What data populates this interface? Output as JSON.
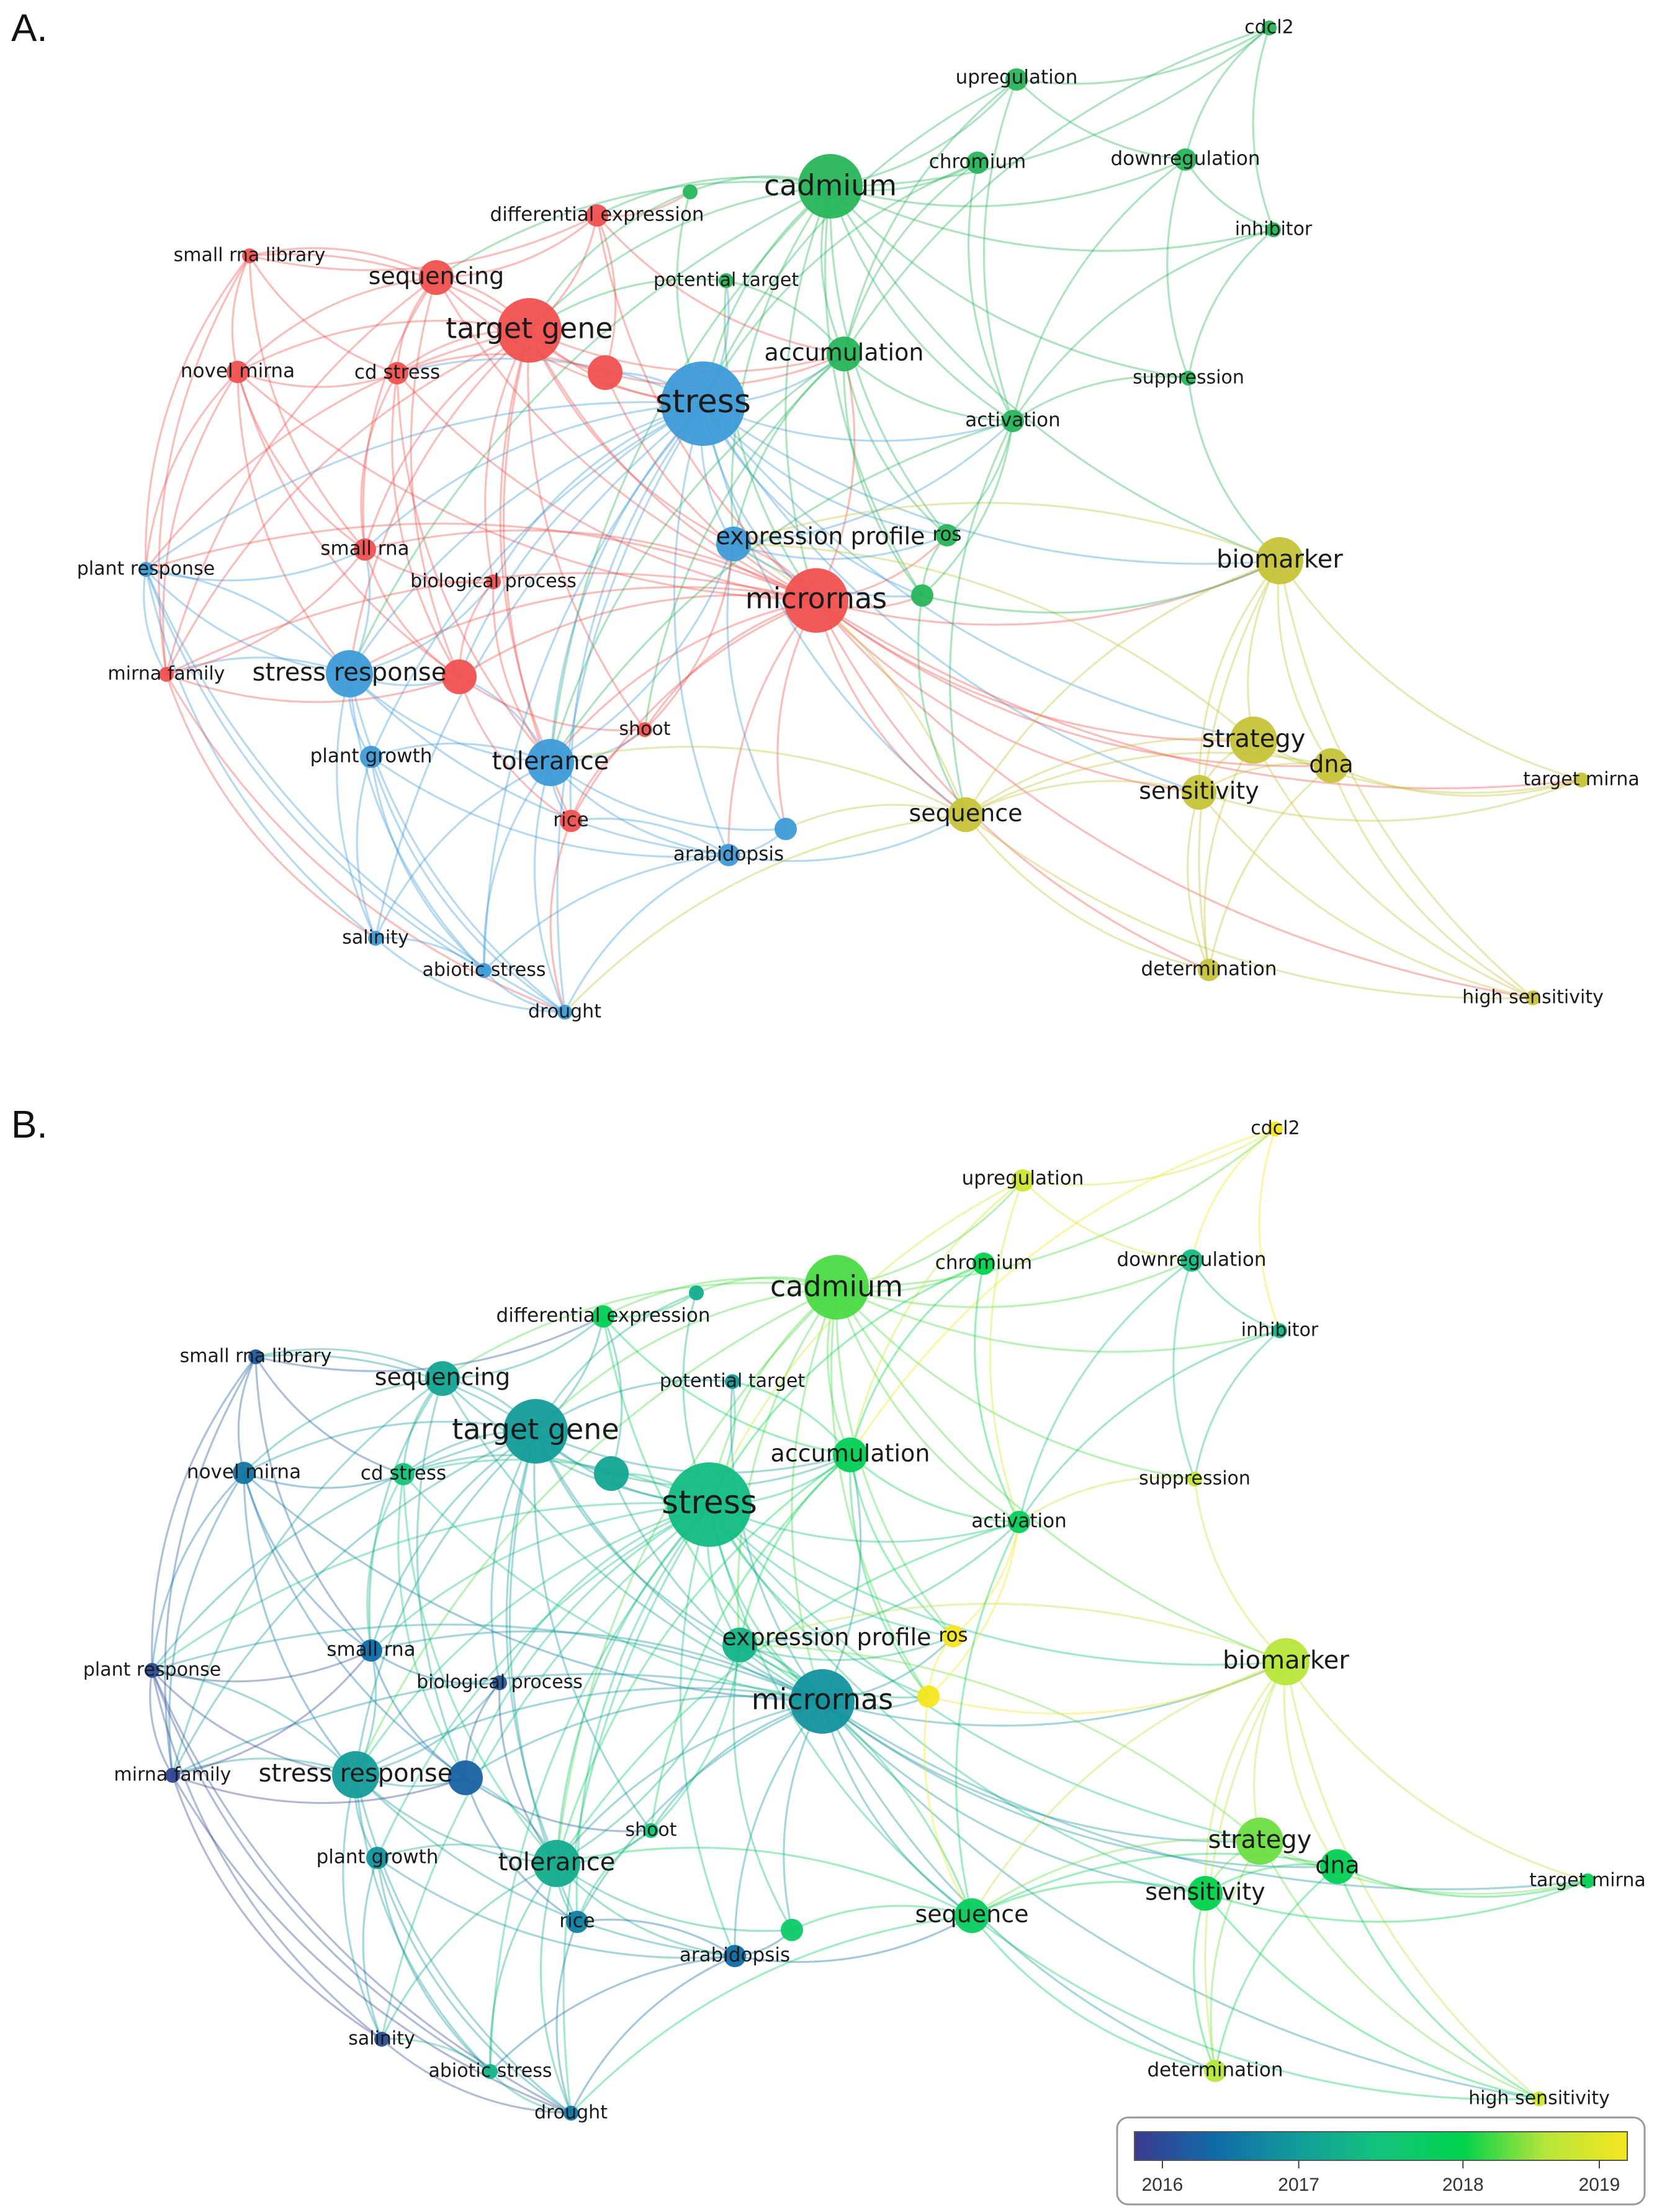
{
  "panels": [
    {
      "id": "A",
      "label": "A.",
      "mode": "cluster"
    },
    {
      "id": "B",
      "label": "B.",
      "mode": "overlay"
    }
  ],
  "cluster_colors": {
    "red": "#f0514f",
    "blue": "#3e9bd8",
    "green": "#27b55a",
    "yellow": "#c6c33a"
  },
  "nodes": [
    {
      "id": "cdcl2",
      "label": "cdcl2",
      "size": "xs",
      "cluster": "green",
      "year": 2019.0
    },
    {
      "id": "upregulation",
      "label": "upregulation",
      "size": "s",
      "cluster": "green",
      "year": 2018.7
    },
    {
      "id": "chromium",
      "label": "chromium",
      "size": "s",
      "cluster": "green",
      "year": 2018.0
    },
    {
      "id": "downregulation",
      "label": "downregulation",
      "size": "s",
      "cluster": "green",
      "year": 2017.4
    },
    {
      "id": "cadmium",
      "label": "cadmium",
      "size": "xl",
      "cluster": "green",
      "year": 2018.2
    },
    {
      "id": "green-hub",
      "label": "",
      "size": "xs",
      "cluster": "green",
      "year": 2017.2
    },
    {
      "id": "differential-expression",
      "label": "differential expression",
      "size": "s",
      "cluster": "red",
      "year": 2017.9
    },
    {
      "id": "inhibitor",
      "label": "inhibitor",
      "size": "xs",
      "cluster": "green",
      "year": 2017.3
    },
    {
      "id": "small-rna-library",
      "label": "small rna library",
      "size": "xs",
      "cluster": "red",
      "year": 2016.3
    },
    {
      "id": "sequencing",
      "label": "sequencing",
      "size": "m",
      "cluster": "red",
      "year": 2017.1
    },
    {
      "id": "potential-target",
      "label": "potential target",
      "size": "xs",
      "cluster": "green",
      "year": 2017.0
    },
    {
      "id": "target-gene",
      "label": "target gene",
      "size": "xl",
      "cluster": "red",
      "year": 2017.0
    },
    {
      "id": "accumulation",
      "label": "accumulation",
      "size": "m",
      "cluster": "green",
      "year": 2017.9
    },
    {
      "id": "novel-mirna",
      "label": "novel mirna",
      "size": "s",
      "cluster": "red",
      "year": 2016.6
    },
    {
      "id": "cd-stress",
      "label": "cd stress",
      "size": "s",
      "cluster": "red",
      "year": 2017.5
    },
    {
      "id": "red-hub",
      "label": "",
      "size": "m",
      "cluster": "red",
      "year": 2017.1
    },
    {
      "id": "suppression",
      "label": "suppression",
      "size": "xs",
      "cluster": "green",
      "year": 2018.6
    },
    {
      "id": "stress",
      "label": "stress",
      "size": "xxl",
      "cluster": "blue",
      "year": 2017.4
    },
    {
      "id": "activation",
      "label": "activation",
      "size": "s",
      "cluster": "green",
      "year": 2017.8
    },
    {
      "id": "expression-profile",
      "label": "expression profile",
      "size": "m",
      "cluster": "blue",
      "year": 2017.3
    },
    {
      "id": "ros",
      "label": "ros",
      "size": "s",
      "cluster": "green",
      "year": 2019.0
    },
    {
      "id": "plant-response",
      "label": "plant response",
      "size": "xs",
      "cluster": "blue",
      "year": 2016.2
    },
    {
      "id": "small-rna",
      "label": "small rna",
      "size": "s",
      "cluster": "red",
      "year": 2016.5
    },
    {
      "id": "biological-process",
      "label": "biological process",
      "size": "xs",
      "cluster": "red",
      "year": 2016.3
    },
    {
      "id": "micrornas",
      "label": "micrornas",
      "size": "xl",
      "cluster": "red",
      "year": 2016.9
    },
    {
      "id": "green-node",
      "label": "",
      "size": "s",
      "cluster": "green",
      "year": 2019.0
    },
    {
      "id": "biomarker",
      "label": "biomarker",
      "size": "l",
      "cluster": "yellow",
      "year": 2018.5
    },
    {
      "id": "mirna-family",
      "label": "mirna family",
      "size": "xs",
      "cluster": "red",
      "year": 2016.1
    },
    {
      "id": "stress-response",
      "label": "stress response",
      "size": "l",
      "cluster": "blue",
      "year": 2017.0
    },
    {
      "id": "red-node-2",
      "label": "",
      "size": "m",
      "cluster": "red",
      "year": 2016.4
    },
    {
      "id": "plant-growth",
      "label": "plant growth",
      "size": "s",
      "cluster": "blue",
      "year": 2016.9
    },
    {
      "id": "shoot",
      "label": "shoot",
      "size": "xs",
      "cluster": "red",
      "year": 2017.6
    },
    {
      "id": "tolerance",
      "label": "tolerance",
      "size": "l",
      "cluster": "blue",
      "year": 2017.2
    },
    {
      "id": "strategy",
      "label": "strategy",
      "size": "l",
      "cluster": "yellow",
      "year": 2018.3
    },
    {
      "id": "dna",
      "label": "dna",
      "size": "m",
      "cluster": "yellow",
      "year": 2017.9
    },
    {
      "id": "sensitivity",
      "label": "sensitivity",
      "size": "m",
      "cluster": "yellow",
      "year": 2018.0
    },
    {
      "id": "target-mirna",
      "label": "target mirna",
      "size": "xs",
      "cluster": "yellow",
      "year": 2017.9
    },
    {
      "id": "rice",
      "label": "rice",
      "size": "s",
      "cluster": "red",
      "year": 2016.7
    },
    {
      "id": "blue-node",
      "label": "",
      "size": "s",
      "cluster": "blue",
      "year": 2017.7
    },
    {
      "id": "sequence",
      "label": "sequence",
      "size": "m",
      "cluster": "yellow",
      "year": 2017.8
    },
    {
      "id": "arabidopsis",
      "label": "arabidopsis",
      "size": "s",
      "cluster": "blue",
      "year": 2016.5
    },
    {
      "id": "salinity",
      "label": "salinity",
      "size": "xs",
      "cluster": "blue",
      "year": 2016.2
    },
    {
      "id": "abiotic-stress",
      "label": "abiotic stress",
      "size": "xs",
      "cluster": "blue",
      "year": 2017.3
    },
    {
      "id": "drought",
      "label": "drought",
      "size": "xs",
      "cluster": "blue",
      "year": 2016.6
    },
    {
      "id": "determination",
      "label": "determination",
      "size": "s",
      "cluster": "yellow",
      "year": 2018.5
    },
    {
      "id": "high-sensitivity",
      "label": "high sensitivity",
      "size": "xs",
      "cluster": "yellow",
      "year": 2018.7
    }
  ],
  "edges": [
    [
      "cadmium",
      "upregulation"
    ],
    [
      "cadmium",
      "chromium"
    ],
    [
      "cadmium",
      "downregulation"
    ],
    [
      "cadmium",
      "cdcl2"
    ],
    [
      "cadmium",
      "accumulation"
    ],
    [
      "cadmium",
      "stress"
    ],
    [
      "cadmium",
      "activation"
    ],
    [
      "cadmium",
      "inhibitor"
    ],
    [
      "cadmium",
      "micrornas"
    ],
    [
      "cadmium",
      "target-gene"
    ],
    [
      "cadmium",
      "sequencing"
    ],
    [
      "cadmium",
      "differential-expression"
    ],
    [
      "cadmium",
      "tolerance"
    ],
    [
      "cadmium",
      "ros"
    ],
    [
      "cadmium",
      "suppression"
    ],
    [
      "cadmium",
      "green-node"
    ],
    [
      "cadmium",
      "expression-profile"
    ],
    [
      "cadmium",
      "green-hub"
    ],
    [
      "cadmium",
      "biomarker"
    ],
    [
      "cadmium",
      "stress-response"
    ],
    [
      "upregulation",
      "cdcl2"
    ],
    [
      "upregulation",
      "downregulation"
    ],
    [
      "upregulation",
      "activation"
    ],
    [
      "upregulation",
      "accumulation"
    ],
    [
      "downregulation",
      "inhibitor"
    ],
    [
      "downregulation",
      "suppression"
    ],
    [
      "downregulation",
      "activation"
    ],
    [
      "chromium",
      "accumulation"
    ],
    [
      "chromium",
      "stress"
    ],
    [
      "inhibitor",
      "suppression"
    ],
    [
      "inhibitor",
      "activation"
    ],
    [
      "cdcl2",
      "accumulation"
    ],
    [
      "cdcl2",
      "downregulation"
    ],
    [
      "target-gene",
      "sequencing"
    ],
    [
      "target-gene",
      "stress"
    ],
    [
      "target-gene",
      "novel-mirna"
    ],
    [
      "target-gene",
      "cd-stress"
    ],
    [
      "target-gene",
      "small-rna-library"
    ],
    [
      "target-gene",
      "micrornas"
    ],
    [
      "target-gene",
      "differential-expression"
    ],
    [
      "target-gene",
      "red-hub"
    ],
    [
      "target-gene",
      "small-rna"
    ],
    [
      "target-gene",
      "biological-process"
    ],
    [
      "target-gene",
      "stress-response"
    ],
    [
      "target-gene",
      "tolerance"
    ],
    [
      "target-gene",
      "rice"
    ],
    [
      "target-gene",
      "plant-response"
    ],
    [
      "target-gene",
      "mirna-family"
    ],
    [
      "target-gene",
      "accumulation"
    ],
    [
      "target-gene",
      "expression-profile"
    ],
    [
      "target-gene",
      "shoot"
    ],
    [
      "sequencing",
      "small-rna-library"
    ],
    [
      "sequencing",
      "novel-mirna"
    ],
    [
      "sequencing",
      "cd-stress"
    ],
    [
      "sequencing",
      "differential-expression"
    ],
    [
      "sequencing",
      "micrornas"
    ],
    [
      "sequencing",
      "stress"
    ],
    [
      "sequencing",
      "small-rna"
    ],
    [
      "sequencing",
      "mirna-family"
    ],
    [
      "sequencing",
      "red-node-2"
    ],
    [
      "small-rna-library",
      "novel-mirna"
    ],
    [
      "small-rna-library",
      "cd-stress"
    ],
    [
      "small-rna-library",
      "small-rna"
    ],
    [
      "small-rna-library",
      "plant-response"
    ],
    [
      "small-rna-library",
      "mirna-family"
    ],
    [
      "small-rna-library",
      "differential-expression"
    ],
    [
      "novel-mirna",
      "mirna-family"
    ],
    [
      "novel-mirna",
      "cd-stress"
    ],
    [
      "novel-mirna",
      "small-rna"
    ],
    [
      "novel-mirna",
      "plant-response"
    ],
    [
      "novel-mirna",
      "stress-response"
    ],
    [
      "novel-mirna",
      "micrornas"
    ],
    [
      "novel-mirna",
      "red-node-2"
    ],
    [
      "stress",
      "micrornas"
    ],
    [
      "stress",
      "accumulation"
    ],
    [
      "stress",
      "stress-response"
    ],
    [
      "stress",
      "tolerance"
    ],
    [
      "stress",
      "expression-profile"
    ],
    [
      "stress",
      "red-hub"
    ],
    [
      "stress",
      "plant-growth"
    ],
    [
      "stress",
      "arabidopsis"
    ],
    [
      "stress",
      "sequence"
    ],
    [
      "stress",
      "biomarker"
    ],
    [
      "stress",
      "activation"
    ],
    [
      "stress",
      "potential-target"
    ],
    [
      "stress",
      "cd-stress"
    ],
    [
      "stress",
      "plant-response"
    ],
    [
      "stress",
      "rice"
    ],
    [
      "stress",
      "drought"
    ],
    [
      "stress",
      "abiotic-stress"
    ],
    [
      "stress",
      "salinity"
    ],
    [
      "stress",
      "small-rna"
    ],
    [
      "stress",
      "biological-process"
    ],
    [
      "stress",
      "red-node-2"
    ],
    [
      "stress",
      "green-node"
    ],
    [
      "stress",
      "ros"
    ],
    [
      "stress",
      "strategy"
    ],
    [
      "stress",
      "sensitivity"
    ],
    [
      "micrornas",
      "expression-profile"
    ],
    [
      "micrornas",
      "biomarker"
    ],
    [
      "micrornas",
      "strategy"
    ],
    [
      "micrornas",
      "sensitivity"
    ],
    [
      "micrornas",
      "dna"
    ],
    [
      "micrornas",
      "sequence"
    ],
    [
      "micrornas",
      "tolerance"
    ],
    [
      "micrornas",
      "stress-response"
    ],
    [
      "micrornas",
      "red-node-2"
    ],
    [
      "micrornas",
      "accumulation"
    ],
    [
      "micrornas",
      "green-node"
    ],
    [
      "micrornas",
      "ros"
    ],
    [
      "micrornas",
      "arabidopsis"
    ],
    [
      "micrornas",
      "shoot"
    ],
    [
      "micrornas",
      "rice"
    ],
    [
      "micrornas",
      "target-mirna"
    ],
    [
      "micrornas",
      "determination"
    ],
    [
      "micrornas",
      "high-sensitivity"
    ],
    [
      "micrornas",
      "blue-node"
    ],
    [
      "micrornas",
      "mirna-family"
    ],
    [
      "micrornas",
      "small-rna"
    ],
    [
      "micrornas",
      "plant-response"
    ],
    [
      "accumulation",
      "activation"
    ],
    [
      "accumulation",
      "green-node"
    ],
    [
      "accumulation",
      "tolerance"
    ],
    [
      "accumulation",
      "expression-profile"
    ],
    [
      "accumulation",
      "ros"
    ],
    [
      "accumulation",
      "shoot"
    ],
    [
      "accumulation",
      "potential-target"
    ],
    [
      "stress-response",
      "tolerance"
    ],
    [
      "stress-response",
      "plant-growth"
    ],
    [
      "stress-response",
      "plant-response"
    ],
    [
      "stress-response",
      "mirna-family"
    ],
    [
      "stress-response",
      "salinity"
    ],
    [
      "stress-response",
      "abiotic-stress"
    ],
    [
      "stress-response",
      "drought"
    ],
    [
      "stress-response",
      "red-node-2"
    ],
    [
      "stress-response",
      "arabidopsis"
    ],
    [
      "stress-response",
      "small-rna"
    ],
    [
      "stress-response",
      "biological-process"
    ],
    [
      "tolerance",
      "plant-growth"
    ],
    [
      "tolerance",
      "rice"
    ],
    [
      "tolerance",
      "arabidopsis"
    ],
    [
      "tolerance",
      "drought"
    ],
    [
      "tolerance",
      "abiotic-stress"
    ],
    [
      "tolerance",
      "salinity"
    ],
    [
      "tolerance",
      "shoot"
    ],
    [
      "tolerance",
      "red-node-2"
    ],
    [
      "tolerance",
      "blue-node"
    ],
    [
      "tolerance",
      "expression-profile"
    ],
    [
      "plant-growth",
      "salinity"
    ],
    [
      "plant-growth",
      "drought"
    ],
    [
      "plant-growth",
      "abiotic-stress"
    ],
    [
      "plant-growth",
      "arabidopsis"
    ],
    [
      "plant-response",
      "mirna-family"
    ],
    [
      "plant-response",
      "small-rna"
    ],
    [
      "plant-response",
      "salinity"
    ],
    [
      "plant-response",
      "drought"
    ],
    [
      "plant-response",
      "stress-response"
    ],
    [
      "plant-response",
      "abiotic-stress"
    ],
    [
      "mirna-family",
      "small-rna"
    ],
    [
      "mirna-family",
      "salinity"
    ],
    [
      "mirna-family",
      "drought"
    ],
    [
      "mirna-family",
      "red-node-2"
    ],
    [
      "arabidopsis",
      "drought"
    ],
    [
      "arabidopsis",
      "abiotic-stress"
    ],
    [
      "arabidopsis",
      "sequence"
    ],
    [
      "arabidopsis",
      "blue-node"
    ],
    [
      "arabidopsis",
      "rice"
    ],
    [
      "abiotic-stress",
      "drought"
    ],
    [
      "abiotic-stress",
      "salinity"
    ],
    [
      "salinity",
      "drought"
    ],
    [
      "biomarker",
      "strategy"
    ],
    [
      "biomarker",
      "sensitivity"
    ],
    [
      "biomarker",
      "dna"
    ],
    [
      "biomarker",
      "target-mirna"
    ],
    [
      "biomarker",
      "sequence"
    ],
    [
      "biomarker",
      "determination"
    ],
    [
      "biomarker",
      "high-sensitivity"
    ],
    [
      "biomarker",
      "expression-profile"
    ],
    [
      "strategy",
      "dna"
    ],
    [
      "strategy",
      "sensitivity"
    ],
    [
      "strategy",
      "sequence"
    ],
    [
      "strategy",
      "target-mirna"
    ],
    [
      "strategy",
      "determination"
    ],
    [
      "strategy",
      "high-sensitivity"
    ],
    [
      "strategy",
      "expression-profile"
    ],
    [
      "dna",
      "sensitivity"
    ],
    [
      "dna",
      "target-mirna"
    ],
    [
      "dna",
      "sequence"
    ],
    [
      "dna",
      "determination"
    ],
    [
      "dna",
      "high-sensitivity"
    ],
    [
      "sensitivity",
      "sequence"
    ],
    [
      "sensitivity",
      "determination"
    ],
    [
      "sensitivity",
      "high-sensitivity"
    ],
    [
      "sensitivity",
      "target-mirna"
    ],
    [
      "sequence",
      "determination"
    ],
    [
      "sequence",
      "high-sensitivity"
    ],
    [
      "sequence",
      "expression-profile"
    ],
    [
      "sequence",
      "blue-node"
    ],
    [
      "sequence",
      "drought"
    ],
    [
      "sequence",
      "tolerance"
    ],
    [
      "expression-profile",
      "ros"
    ],
    [
      "expression-profile",
      "green-node"
    ],
    [
      "expression-profile",
      "activation"
    ],
    [
      "expression-profile",
      "blue-node"
    ],
    [
      "ros",
      "green-node"
    ],
    [
      "ros",
      "activation"
    ],
    [
      "green-node",
      "activation"
    ],
    [
      "green-node",
      "sequence"
    ],
    [
      "green-node",
      "biomarker"
    ],
    [
      "red-hub",
      "accumulation"
    ],
    [
      "red-hub",
      "micrornas"
    ],
    [
      "red-hub",
      "cd-stress"
    ],
    [
      "red-hub",
      "differential-expression"
    ],
    [
      "differential-expression",
      "micrornas"
    ],
    [
      "differential-expression",
      "green-hub"
    ],
    [
      "differential-expression",
      "accumulation"
    ],
    [
      "potential-target",
      "micrornas"
    ],
    [
      "potential-target",
      "target-gene"
    ],
    [
      "green-hub",
      "stress"
    ],
    [
      "green-hub",
      "target-gene"
    ],
    [
      "cd-stress",
      "micrornas"
    ],
    [
      "cd-stress",
      "red-node-2"
    ],
    [
      "cd-stress",
      "small-rna"
    ],
    [
      "cd-stress",
      "tolerance"
    ],
    [
      "small-rna",
      "biological-process"
    ],
    [
      "small-rna",
      "red-node-2"
    ],
    [
      "biological-process",
      "red-node-2"
    ],
    [
      "biological-process",
      "tolerance"
    ],
    [
      "red-node-2",
      "shoot"
    ],
    [
      "red-node-2",
      "rice"
    ],
    [
      "shoot",
      "rice"
    ],
    [
      "shoot",
      "expression-profile"
    ],
    [
      "rice",
      "drought"
    ],
    [
      "suppression",
      "activation"
    ],
    [
      "suppression",
      "biomarker"
    ],
    [
      "activation",
      "sequence"
    ],
    [
      "activation",
      "tolerance"
    ],
    [
      "upregulation",
      "stress"
    ],
    [
      "chromium",
      "activation"
    ],
    [
      "cdcl2",
      "inhibitor"
    ]
  ],
  "legend": {
    "ticks": [
      "2016",
      "2017",
      "2018",
      "2019"
    ],
    "min": 2016,
    "max": 2019,
    "colorscale": [
      "#3b3a8f",
      "#0f6ca8",
      "#139c9a",
      "#13c47c",
      "#00d24b",
      "#b6e63a",
      "#f5e61f"
    ]
  }
}
